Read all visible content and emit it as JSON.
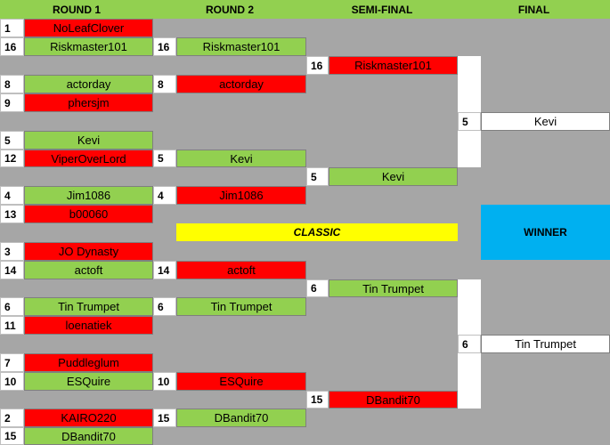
{
  "headers": [
    "ROUND 1",
    "ROUND 2",
    "SEMI-FINAL",
    "FINAL"
  ],
  "colors": {
    "win": "#92d050",
    "loss": "#ff0000",
    "classic": "#ffff00",
    "winner": "#00b0f0",
    "background": "#a6a6a6"
  },
  "round1": [
    {
      "seed": "1",
      "name": "NoLeafClover",
      "result": "loss"
    },
    {
      "seed": "16",
      "name": "Riskmaster101",
      "result": "win"
    },
    {
      "seed": "8",
      "name": "actorday",
      "result": "win"
    },
    {
      "seed": "9",
      "name": "phersjm",
      "result": "loss"
    },
    {
      "seed": "5",
      "name": "Kevi",
      "result": "win"
    },
    {
      "seed": "12",
      "name": "ViperOverLord",
      "result": "loss"
    },
    {
      "seed": "4",
      "name": "Jim1086",
      "result": "win"
    },
    {
      "seed": "13",
      "name": "b00060",
      "result": "loss"
    },
    {
      "seed": "3",
      "name": "JO Dynasty",
      "result": "loss"
    },
    {
      "seed": "14",
      "name": "actoft",
      "result": "win"
    },
    {
      "seed": "6",
      "name": "Tin Trumpet",
      "result": "win"
    },
    {
      "seed": "11",
      "name": "loenatiek",
      "result": "loss"
    },
    {
      "seed": "7",
      "name": "Puddleglum",
      "result": "loss"
    },
    {
      "seed": "10",
      "name": "ESQuire",
      "result": "win"
    },
    {
      "seed": "2",
      "name": "KAIRO220",
      "result": "loss"
    },
    {
      "seed": "15",
      "name": "DBandit70",
      "result": "win"
    }
  ],
  "round2": [
    {
      "seed": "16",
      "name": "Riskmaster101",
      "result": "win"
    },
    {
      "seed": "8",
      "name": "actorday",
      "result": "loss"
    },
    {
      "seed": "5",
      "name": "Kevi",
      "result": "win"
    },
    {
      "seed": "4",
      "name": "Jim1086",
      "result": "loss"
    },
    {
      "seed": "14",
      "name": "actoft",
      "result": "loss"
    },
    {
      "seed": "6",
      "name": "Tin Trumpet",
      "result": "win"
    },
    {
      "seed": "10",
      "name": "ESQuire",
      "result": "loss"
    },
    {
      "seed": "15",
      "name": "DBandit70",
      "result": "win"
    }
  ],
  "semifinal": [
    {
      "seed": "16",
      "name": "Riskmaster101",
      "result": "loss"
    },
    {
      "seed": "5",
      "name": "Kevi",
      "result": "win"
    },
    {
      "seed": "6",
      "name": "Tin Trumpet",
      "result": "win"
    },
    {
      "seed": "15",
      "name": "DBandit70",
      "result": "loss"
    }
  ],
  "final": [
    {
      "seed": "5",
      "name": "Kevi",
      "result": "none"
    },
    {
      "seed": "6",
      "name": "Tin Trumpet",
      "result": "none"
    }
  ],
  "classic_label": "CLASSIC",
  "winner_label": "WINNER"
}
